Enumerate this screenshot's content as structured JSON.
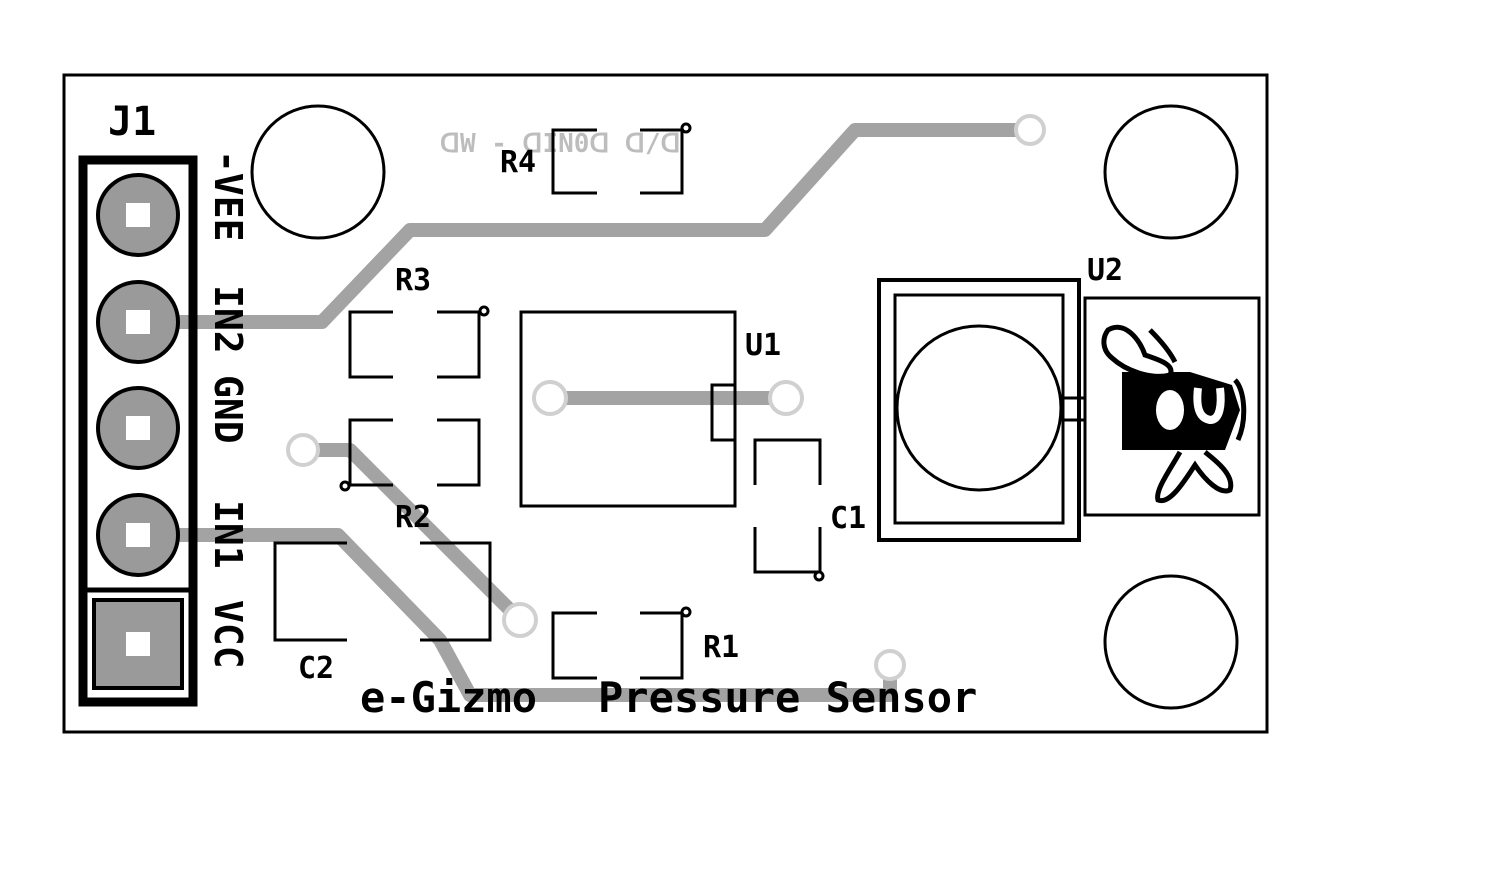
{
  "board": {
    "connector_ref": "J1",
    "pins": [
      "-VEE",
      "IN2",
      "GND",
      "IN1",
      "VCC"
    ],
    "components": {
      "r1": "R1",
      "r2": "R2",
      "r3": "R3",
      "r4": "R4",
      "c1": "C1",
      "c2": "C2",
      "u1": "U1",
      "u2": "U2"
    },
    "brand": "e-Gizmo",
    "product": "Pressure Sensor"
  },
  "colors": {
    "silkscreen": "#000000",
    "trace": "#a3a3a3",
    "board": "#ffffff"
  }
}
